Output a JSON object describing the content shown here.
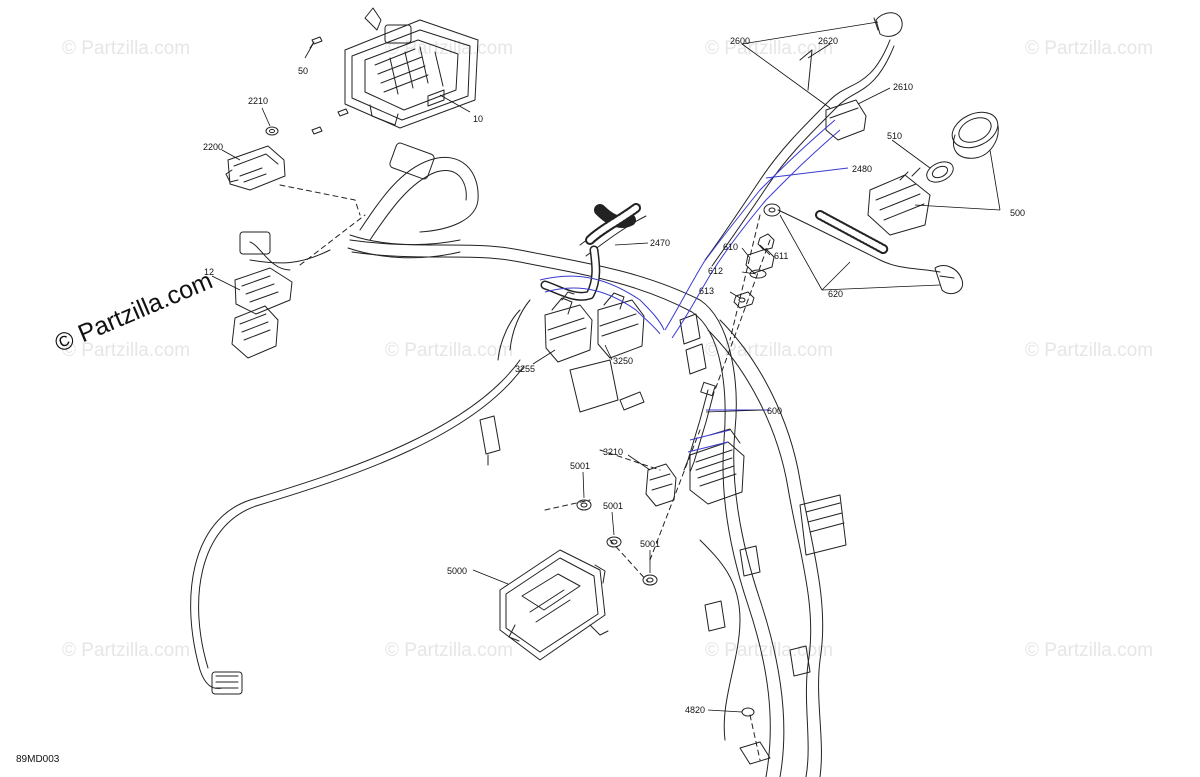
{
  "diagram_code": "89MD003",
  "watermark": "© Partzilla.com",
  "accent_color": "#3a3ad0",
  "part_numbers": {
    "p10": "10",
    "p12": "12",
    "p50": "50",
    "p500": "500",
    "p510": "510",
    "p600": "600",
    "p610": "610",
    "p611": "611",
    "p612": "612",
    "p613": "613",
    "p620": "620",
    "p2200": "2200",
    "p2210": "2210",
    "p2470": "2470",
    "p2480": "2480",
    "p2600": "2600",
    "p2610": "2610",
    "p2620": "2620",
    "p3210": "3210",
    "p3250": "3250",
    "p3255": "3255",
    "p4820": "4820",
    "p5000": "5000",
    "p5001_a": "5001",
    "p5001_b": "5001",
    "p5001_c": "5001"
  }
}
